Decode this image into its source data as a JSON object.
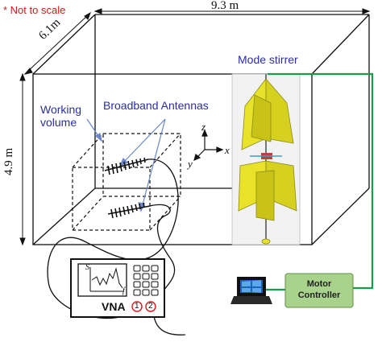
{
  "note": "* Not to scale",
  "dimensions": {
    "length": "9.3 m",
    "width": "6.1m",
    "height": "4.9 m"
  },
  "labels": {
    "mode_stirrer": "Mode stirrer",
    "working_volume": "Working\nvolume",
    "broadband_antennas": "Broadband Antennas",
    "vna": "VNA",
    "motor_controller": "Motor\nController"
  },
  "axes": {
    "z": "z",
    "x": "x",
    "y": "y"
  },
  "vna_screen": {
    "y_label": "S",
    "x_label": "f"
  },
  "ports": [
    "1",
    "2"
  ],
  "colors": {
    "room_lines": "#111111",
    "label_blue": "#2a2fa0",
    "cable_green": "#1a9a4a",
    "stirrer_yellow": "#e8e22a",
    "controller_green": "#a9d38c",
    "port_red": "#d11a1a",
    "note_red": "#d11a1a"
  }
}
